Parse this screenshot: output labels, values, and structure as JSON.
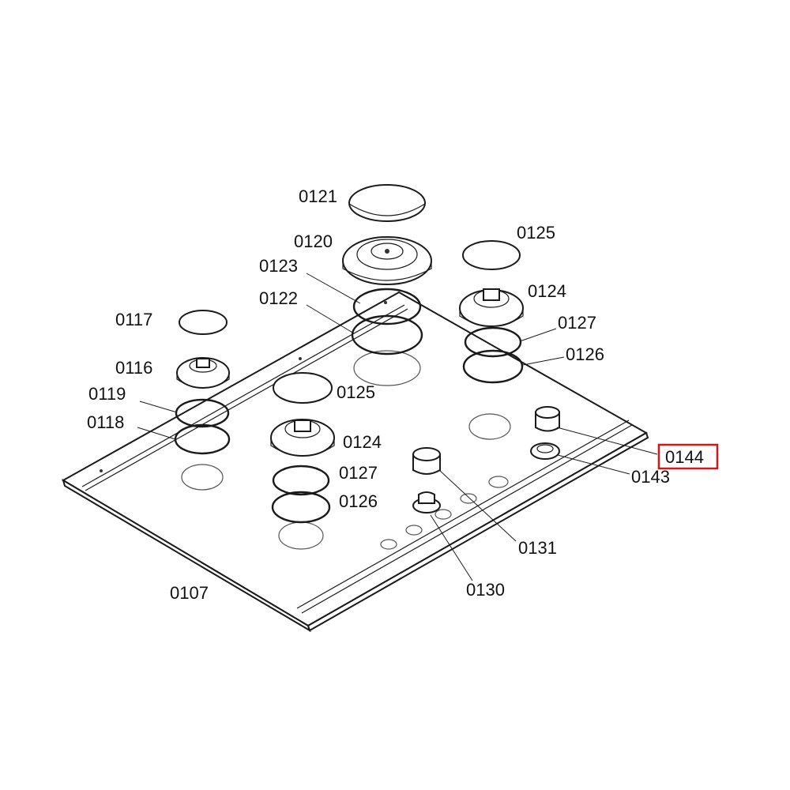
{
  "diagram": {
    "highlight_color": "#d01818",
    "highlighted_part": "0144",
    "labels": {
      "p0121": "0121",
      "p0120": "0120",
      "p0123": "0123",
      "p0122": "0122",
      "p0125_top": "0125",
      "p0124_top": "0124",
      "p0127_top": "0127",
      "p0126_top": "0126",
      "p0117": "0117",
      "p0116": "0116",
      "p0119": "0119",
      "p0118": "0118",
      "p0125_mid": "0125",
      "p0124_mid": "0124",
      "p0127_mid": "0127",
      "p0126_mid": "0126",
      "p0144": "0144",
      "p0143": "0143",
      "p0131": "0131",
      "p0130": "0130",
      "p0107": "0107"
    }
  }
}
